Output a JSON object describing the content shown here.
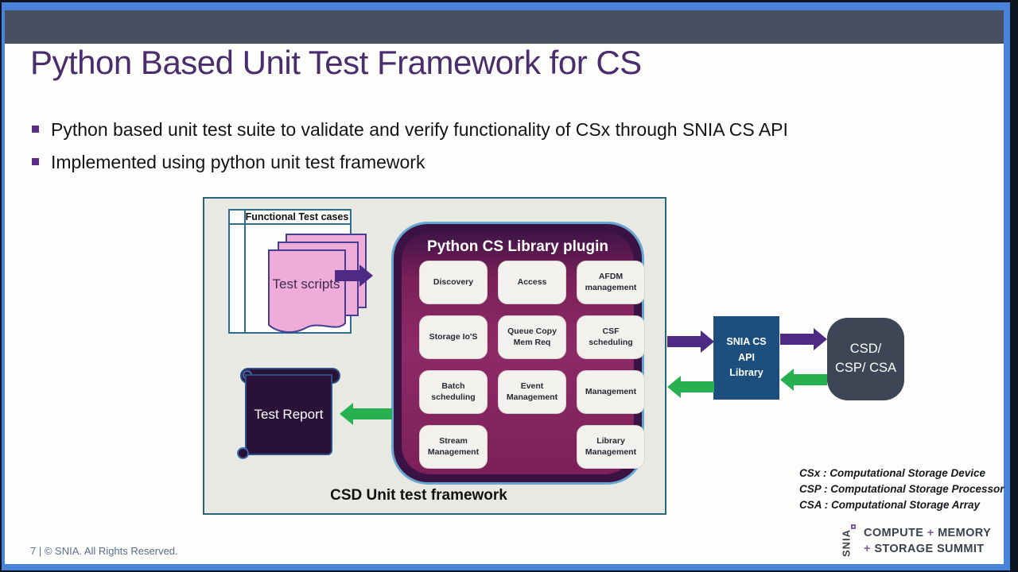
{
  "slide": {
    "title": "Python Based Unit Test Framework for CS",
    "bullets": [
      "Python based unit test suite to validate and verify functionality of CSx through SNIA CS API",
      "Implemented using python unit test framework"
    ],
    "footer": "7 | © SNIA. All Rights Reserved."
  },
  "diagram": {
    "functional_box": {
      "header": "Functional Test cases",
      "pages_label": "Test scripts"
    },
    "plugin": {
      "title": "Python CS Library plugin",
      "modules": [
        "Discovery",
        "Access",
        "AFDM management",
        "Storage Io'S",
        "Queue Copy Mem Req",
        "CSF scheduling",
        "Batch scheduling",
        "Event Management",
        "Management",
        "Stream Management",
        "Library Management"
      ]
    },
    "test_report_label": "Test Report",
    "caption": "CSD Unit test framework"
  },
  "api_flow": {
    "api_box_label": "SNIA CS\nAPI\nLibrary",
    "device_box_label": "CSD/\nCSP/ CSA"
  },
  "legend": {
    "lines": [
      "CSx : Computational Storage Device",
      "CSP : Computational Storage Processor",
      "CSA : Computational Storage Array"
    ]
  },
  "logo": {
    "vertical": "SNIA",
    "line1_left": "COMPUTE",
    "line1_plus": "+",
    "line1_right": "MEMORY",
    "line2_plus": "+",
    "line2_text": "STORAGE SUMMIT"
  },
  "colors": {
    "frame_blue": "#4a83da",
    "header_band": "#475060",
    "title_purple": "#4b2d6e",
    "bullet_purple": "#5b2d87",
    "arrow_purple": "#4c2a86",
    "arrow_green": "#27b050",
    "plugin_outer": "#3a1243",
    "plugin_inner": "#8d2a68",
    "api_box_navy": "#1c4e7e",
    "device_box_slate": "#3c4654",
    "pages_pink": "#efacd8",
    "diagram_bg": "#e9e9e4",
    "diagram_border": "#266878"
  }
}
